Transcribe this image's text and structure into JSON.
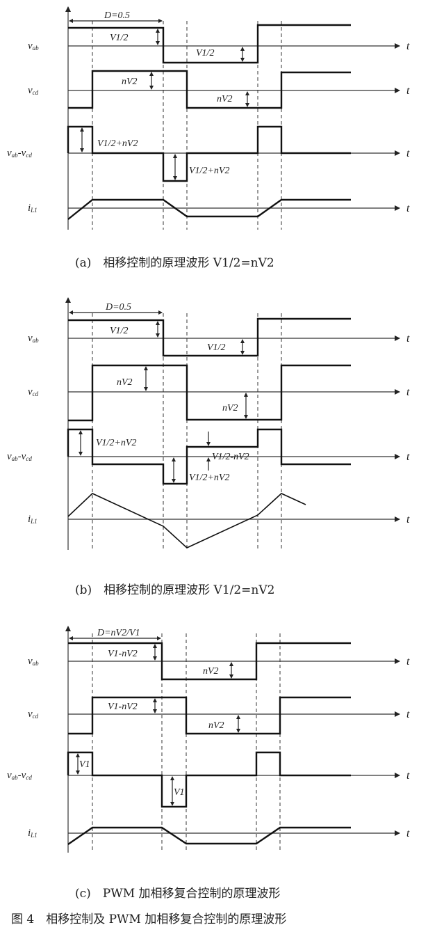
{
  "panels": [
    {
      "id": "a",
      "signals": [
        {
          "label_main": "v",
          "label_sub": "ab"
        },
        {
          "label_main": "v",
          "label_sub": "cd"
        },
        {
          "label_main": "v",
          "label_sub": "ab",
          "label_mid": "-v",
          "label_sub2": "cd"
        },
        {
          "label_main": "i",
          "label_sub": "L1"
        }
      ],
      "duty_label": "D=0.5",
      "annotations": [
        "V1/2",
        "V1/2",
        "nV2",
        "nV2",
        "V1/2+nV2",
        "V1/2+nV2"
      ],
      "caption": "(a)　相移控制的原理波形 V1/2=nV2"
    },
    {
      "id": "b",
      "signals": [
        {
          "label_main": "v",
          "label_sub": "ab"
        },
        {
          "label_main": "v",
          "label_sub": "cd"
        },
        {
          "label_main": "v",
          "label_sub": "ab",
          "label_mid": "-v",
          "label_sub2": "cd"
        },
        {
          "label_main": "i",
          "label_sub": "L1"
        }
      ],
      "duty_label": "D=0.5",
      "annotations": [
        "V1/2",
        "V1/2",
        "nV2",
        "nV2",
        "V1/2+nV2",
        "V1/2-nV2",
        "V1/2+nV2"
      ],
      "caption": "(b)　相移控制的原理波形 V1/2=nV2"
    },
    {
      "id": "c",
      "signals": [
        {
          "label_main": "v",
          "label_sub": "ab"
        },
        {
          "label_main": "v",
          "label_sub": "cd"
        },
        {
          "label_main": "v",
          "label_sub": "ab",
          "label_mid": "-v",
          "label_sub2": "cd"
        },
        {
          "label_main": "i",
          "label_sub": "L1"
        }
      ],
      "duty_label": "D=nV2/V1",
      "annotations": [
        "V1-nV2",
        "nV2",
        "V1-nV2",
        "nV2",
        "V1",
        "V1"
      ],
      "caption": "(c)　PWM 加相移复合控制的原理波形"
    }
  ],
  "axis_label": "t",
  "figure_caption": "图 4　相移控制及 PWM 加相移复合控制的原理波形"
}
